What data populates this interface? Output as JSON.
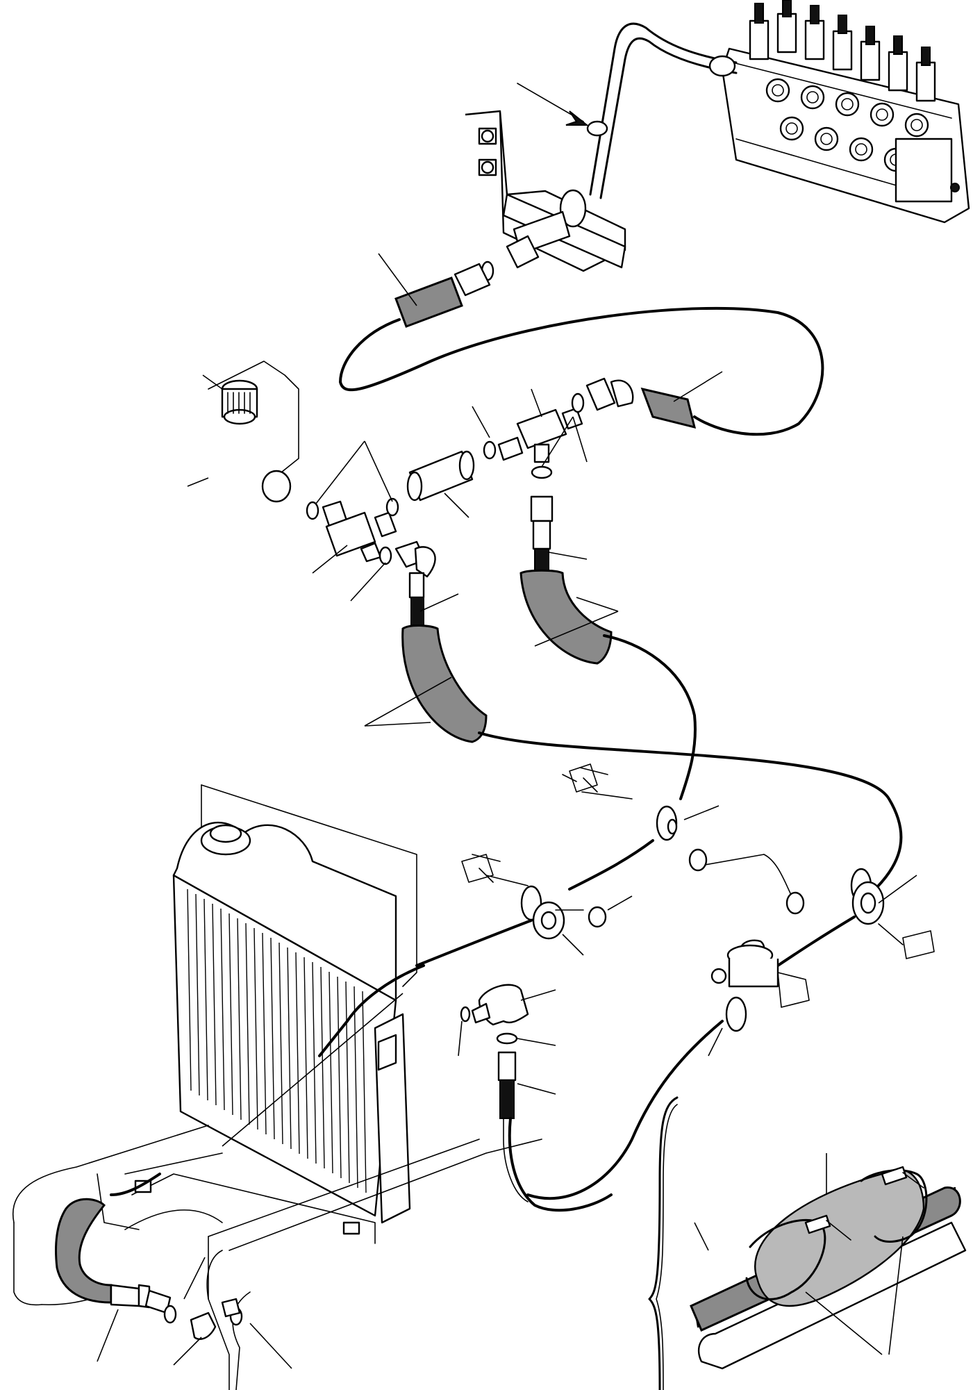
{
  "figure": {
    "title": "",
    "caption": "",
    "callouts": [],
    "colors": {
      "line": "#000000",
      "background": "#ffffff",
      "sleeve": "#8a8a8a",
      "detail_sleeve": "#b9b9b9"
    },
    "components": [
      {
        "id": "control-valve",
        "icon": "control-valve-block"
      },
      {
        "id": "steel-pipe",
        "icon": "rigid-pipe"
      },
      {
        "id": "bracket",
        "icon": "mounting-bracket"
      },
      {
        "id": "hydraulic-tank",
        "icon": "tank-breather"
      },
      {
        "id": "tee-fittings",
        "icon": "tee-fitting"
      },
      {
        "id": "adapter-sleeve",
        "icon": "adapter"
      },
      {
        "id": "hoses",
        "icon": "hose"
      },
      {
        "id": "protective-sleeves",
        "icon": "sleeve"
      },
      {
        "id": "hose-clamps",
        "icon": "p-clamp"
      },
      {
        "id": "radiator",
        "icon": "radiator"
      },
      {
        "id": "elbow-fittings",
        "icon": "elbow"
      },
      {
        "id": "cable-tie-detail",
        "icon": "cable-tie"
      }
    ]
  }
}
